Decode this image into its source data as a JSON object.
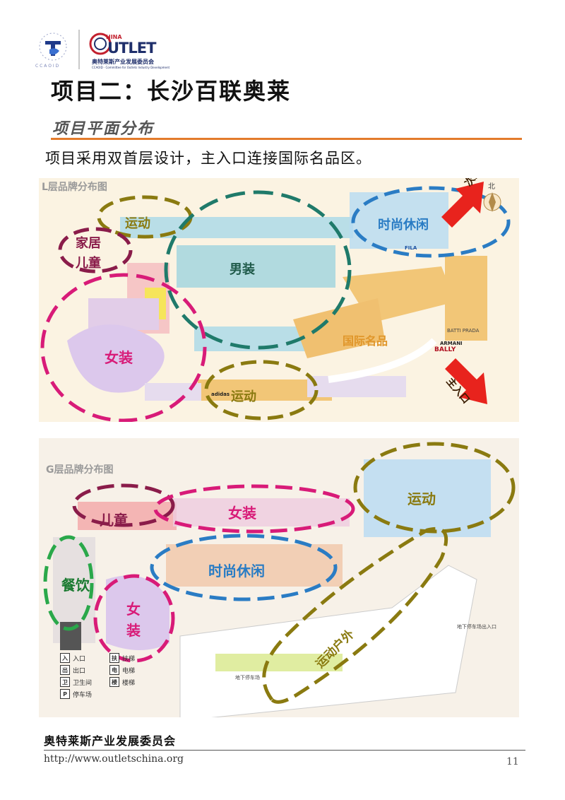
{
  "header": {
    "logo_left_text": "C C A O I D",
    "logo_right_brand": "UTLET",
    "logo_right_super": "HINA",
    "logo_right_cn": "奥特莱斯产业发展委员会",
    "logo_right_en": "CCAOID · Committee for Outlets Industry Development"
  },
  "title": "项目二：长沙百联奥莱",
  "section": "项目平面分布",
  "intro": "项目采用双首层设计，主入口连接国际名品区。",
  "map_l": {
    "heading": "L层品牌分布图",
    "north": "北",
    "zones": {
      "sport_top": "运动",
      "home_kids_1": "家居",
      "home_kids_2": "儿童",
      "men": "男装",
      "fashion": "时尚休闲",
      "women": "女装",
      "luxury": "国际名品",
      "sport_bottom": "运动"
    },
    "entrances": {
      "secondary": "次入口",
      "main": "主入口"
    },
    "brands": [
      "FILA",
      "BALLY",
      "ARMANI",
      "BATTI PRADA",
      "adidas"
    ]
  },
  "map_g": {
    "heading": "G层品牌分布图",
    "zones": {
      "kids": "儿童",
      "women_top": "女装",
      "sport": "运动",
      "dining": "餐饮",
      "fashion": "时尚休闲",
      "women_side_1": "女",
      "women_side_2": "装",
      "outdoor": "运动户外"
    },
    "legend": [
      {
        "icon": "入",
        "label": "入口"
      },
      {
        "icon": "出",
        "label": "出口"
      },
      {
        "icon": "卫",
        "label": "卫生间"
      },
      {
        "icon": "P",
        "label": "停车场"
      },
      {
        "icon": "扶",
        "label": "扶梯"
      },
      {
        "icon": "电",
        "label": "电梯"
      },
      {
        "icon": "楼",
        "label": "楼梯"
      }
    ],
    "parking": "地下停车场",
    "parking_exit": "地下停车场出入口"
  },
  "footer": {
    "org": "奥特莱斯产业发展委员会",
    "url": "http://www.outletschina.org",
    "page": "11"
  },
  "colors": {
    "accent_rule": "#e37b2b",
    "sport_ring": "#8a7a10",
    "men_ring": "#1f7a6a",
    "fashion_ring": "#2a7cc4",
    "women_ring": "#d81b78",
    "kids_ring": "#8a1c4a",
    "dining_ring": "#2aa84a",
    "arrow_red": "#e8231d"
  }
}
